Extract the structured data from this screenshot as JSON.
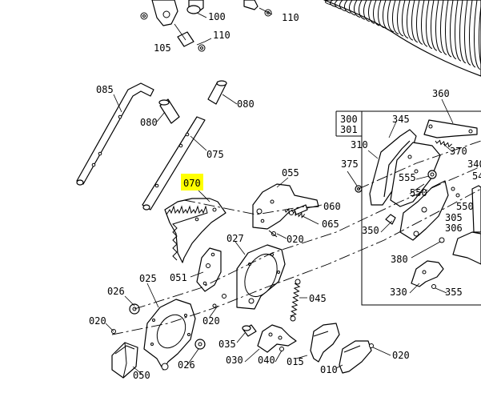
{
  "highlight_color": "#ffff00",
  "highlighted_label": "070",
  "labels": {
    "p100": "100",
    "p110a": "110",
    "p110b": "110",
    "p105": "105",
    "p085": "085",
    "p080a": "080",
    "p080b": "080",
    "p075": "075",
    "p070": "070",
    "p055": "055",
    "p060": "060",
    "p065": "065",
    "p020a": "020",
    "p027": "027",
    "p051": "051",
    "p026a": "026",
    "p025": "025",
    "p045": "045",
    "p020b": "020",
    "p020c": "020",
    "p035": "035",
    "p030": "030",
    "p040": "040",
    "p015": "015",
    "p010": "010",
    "p020d": "020",
    "p050": "050",
    "p026b": "026",
    "p360": "360",
    "p300": "300",
    "p301": "301",
    "p345": "345",
    "p310": "310",
    "p370": "370",
    "p375": "375",
    "p555": "555",
    "p550a": "550",
    "p340": "340",
    "p54x": "54",
    "p550b": "550",
    "p305": "305",
    "p306": "306",
    "p350": "350",
    "p380": "380",
    "p330": "330",
    "p355": "355"
  }
}
